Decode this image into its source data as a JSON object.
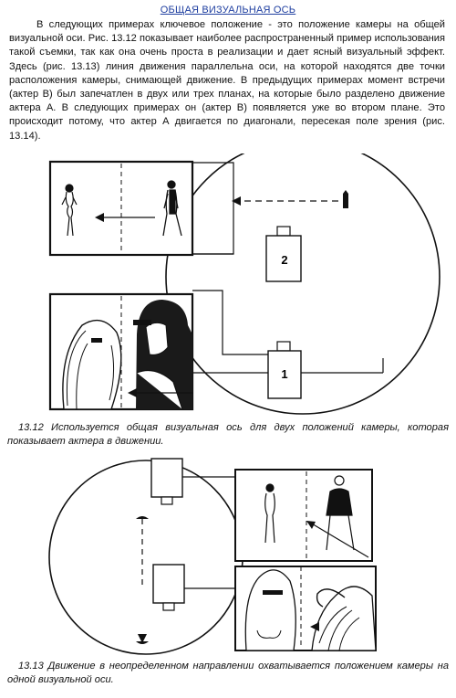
{
  "page": {
    "heading": "ОБЩАЯ ВИЗУАЛЬНАЯ ОСЬ",
    "paragraph": "В следующих примерах ключевое положение - это положение камеры на общей визуальной оси. Рис. 13.12 показывает наиболее распространенный пример использования такой съемки, так как она очень проста в реализации и дает ясный визуальный эффект. Здесь (рис. 13.13) линия движения параллельна оси, на которой находятся две точки расположения камеры, снимающей движение. В предыдущих примерах момент встречи (актер В) был запечатлен в двух или трех планах, на которые было разделено движение актера А. В следующих примерах он (актер В) появляется уже во втором плане. Это происходит потому, что актер А двигается по диагонали, пересекая поле зрения (рис. 13.14)."
  },
  "figure1": {
    "camera1_label": "1",
    "camera2_label": "2",
    "caption": "13.12 Используется общая визуальная ось для двух положений камеры, которая показывает актера в движении."
  },
  "figure2": {
    "caption": "13.13 Движение в неопределенном направлении охватывается положением камеры на одной визуальной оси."
  }
}
